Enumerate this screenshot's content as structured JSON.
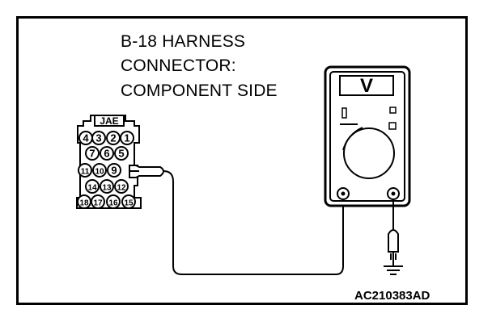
{
  "title_lines": [
    "B-18 HARNESS",
    "CONNECTOR:",
    "COMPONENT SIDE"
  ],
  "connector": {
    "brand": "JAE",
    "rows": [
      [
        "4",
        "3",
        "2",
        "1"
      ],
      [
        "7",
        "6",
        "5"
      ],
      [
        "11",
        "10",
        "9"
      ],
      [
        "14",
        "13",
        "12"
      ],
      [
        "18",
        "17",
        "16",
        "15"
      ]
    ]
  },
  "meter": {
    "mode": "V"
  },
  "figure_code": "AC210383AD"
}
